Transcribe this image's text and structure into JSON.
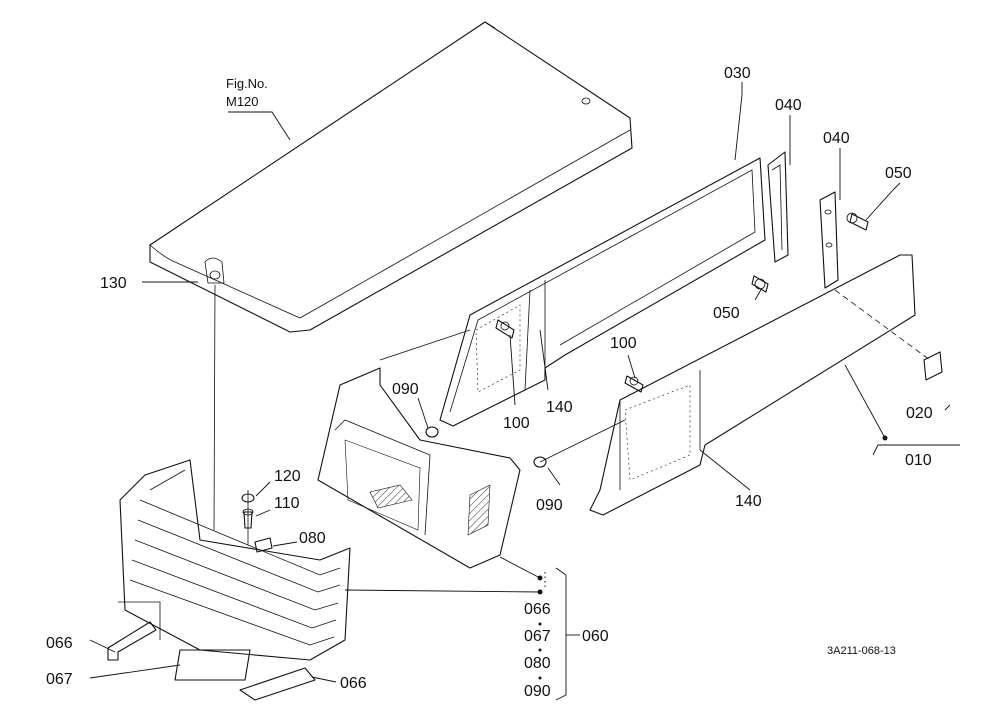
{
  "figure": {
    "fig_ref_line1": "Fig.No.",
    "fig_ref_line2": "M120",
    "drawing_code": "3A211-068-13"
  },
  "callouts": {
    "p010": "010",
    "p020": "020",
    "p030": "030",
    "p040a": "040",
    "p040b": "040",
    "p050a": "050",
    "p050b": "050",
    "p060": "060",
    "p066a": "066",
    "p066b": "066",
    "p066c": "066",
    "p067a": "067",
    "p067b": "067",
    "p080a": "080",
    "p080b": "080",
    "p090a": "090",
    "p090b": "090",
    "p090c": "090",
    "p100a": "100",
    "p100b": "100",
    "p110": "110",
    "p120": "120",
    "p130": "130",
    "p140a": "140",
    "p140b": "140"
  }
}
